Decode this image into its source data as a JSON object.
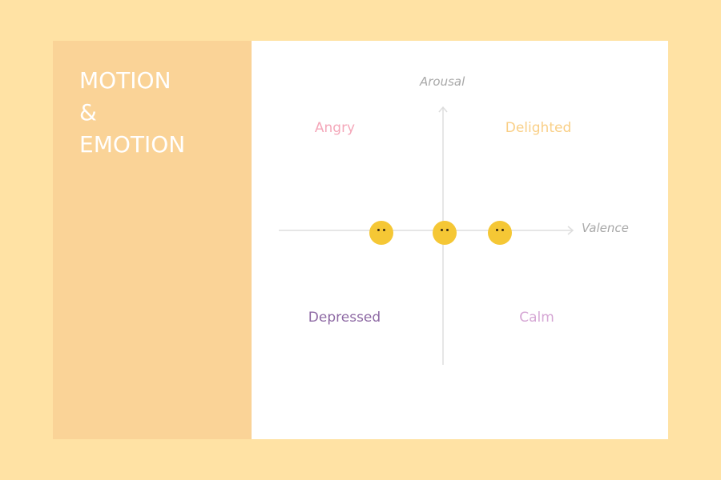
{
  "title_lines": [
    "MOTION",
    "&",
    "EMOTION"
  ],
  "axes": {
    "y_label": "Arousal",
    "x_label": "Valence"
  },
  "quadrants": {
    "top_left": {
      "label": "Angry",
      "color": "#f4a7b9"
    },
    "top_right": {
      "label": "Delighted",
      "color": "#f9cf86"
    },
    "bottom_left": {
      "label": "Depressed",
      "color": "#8e6aa4"
    },
    "bottom_right": {
      "label": "Calm",
      "color": "#d5a6d4"
    }
  },
  "faces": [
    {
      "name": "face-left",
      "color": "#f5c735"
    },
    {
      "name": "face-center",
      "color": "#f5c735"
    },
    {
      "name": "face-right",
      "color": "#f5c735"
    }
  ],
  "colors": {
    "page_background": "#ffe2a4",
    "side_panel": "#fad397",
    "axis_line": "#dddddd"
  }
}
